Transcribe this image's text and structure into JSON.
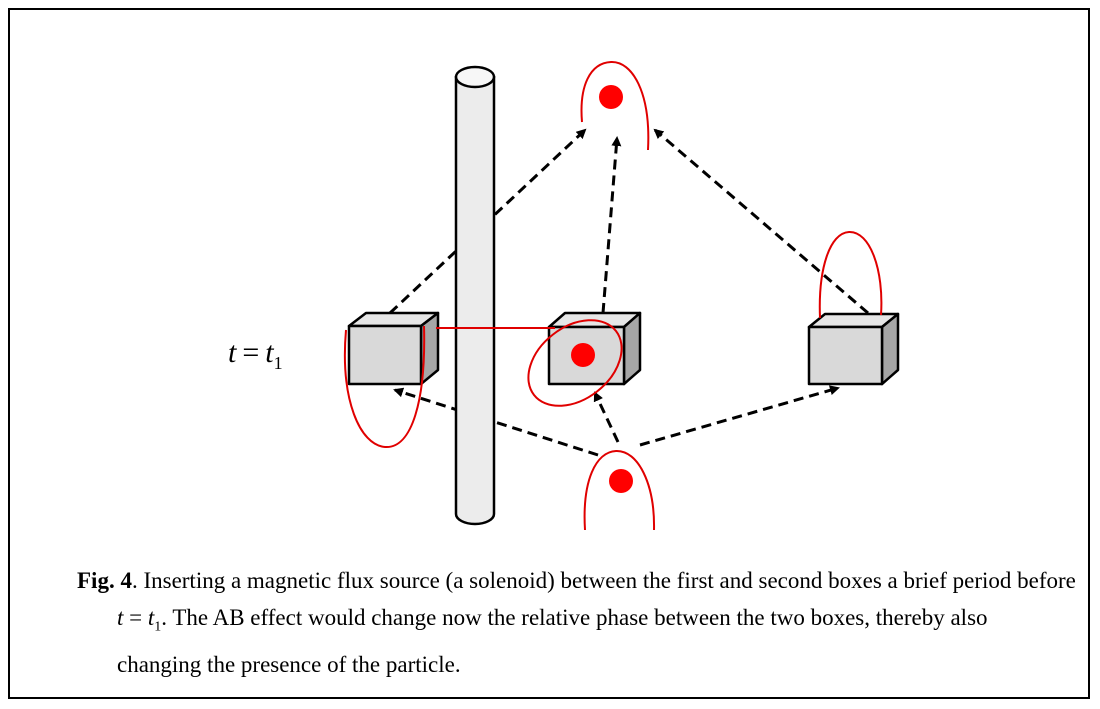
{
  "figure": {
    "time_label": {
      "t": "t",
      "op": "=",
      "t1": "t",
      "sub": "1"
    },
    "colors": {
      "trajectory": "#000000",
      "wavefront": "#e00000",
      "particle": "#ff0000",
      "box_front": "#d9d9d9",
      "box_top": "#e6e6e6",
      "box_side": "#a6a6a6",
      "solenoid": "#ececec"
    }
  },
  "caption": {
    "fig_label": "Fig. 4",
    "text_1": ". Inserting a magnetic flux source (a solenoid) between the first and second boxes a brief period before ",
    "math_t": "t",
    "math_op": " = ",
    "math_t1": "t",
    "math_sub": "1",
    "text_2": ". The AB effect would change now the relative phase between the two boxes, thereby also changing the presence of the particle."
  }
}
